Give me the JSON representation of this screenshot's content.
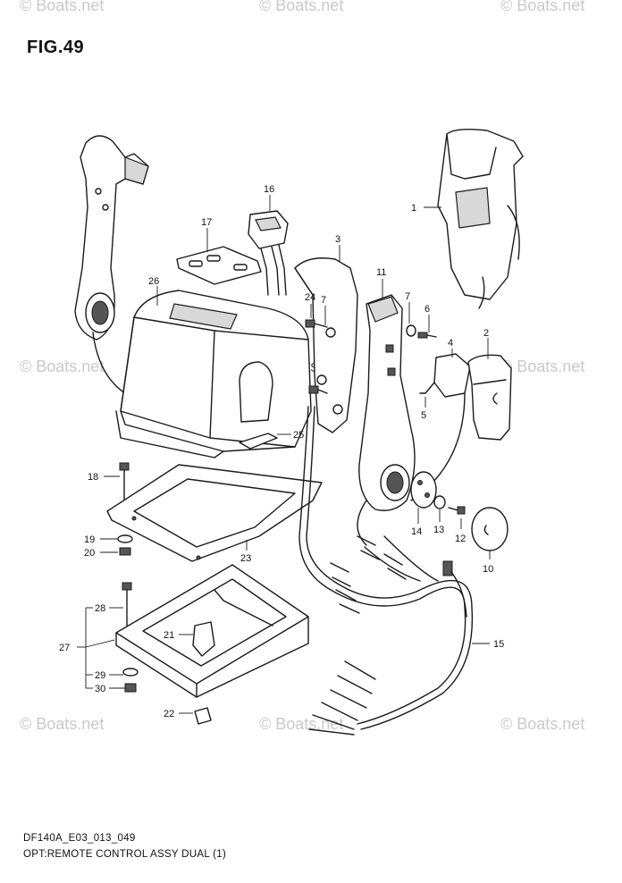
{
  "watermark": "© Boats.net",
  "figure_title": "FIG.49",
  "footer": {
    "code": "DF140A_E03_013_049",
    "caption": "OPT:REMOTE CONTROL ASSY DUAL (1)"
  },
  "callouts": {
    "c1": "1",
    "c2": "2",
    "c3": "3",
    "c4": "4",
    "c5": "5",
    "c6": "6",
    "c7a": "7",
    "c7b": "7",
    "c10": "10",
    "c11": "11",
    "c12": "12",
    "c13": "13",
    "c14": "14",
    "c15": "15",
    "c16": "16",
    "c17": "17",
    "c18": "18",
    "c19": "19",
    "c20": "20",
    "c21": "21",
    "c22": "22",
    "c23": "23",
    "c24": "24",
    "c25": "25",
    "c26": "26",
    "c27": "27",
    "c28": "28",
    "c29": "29",
    "c30": "30"
  }
}
